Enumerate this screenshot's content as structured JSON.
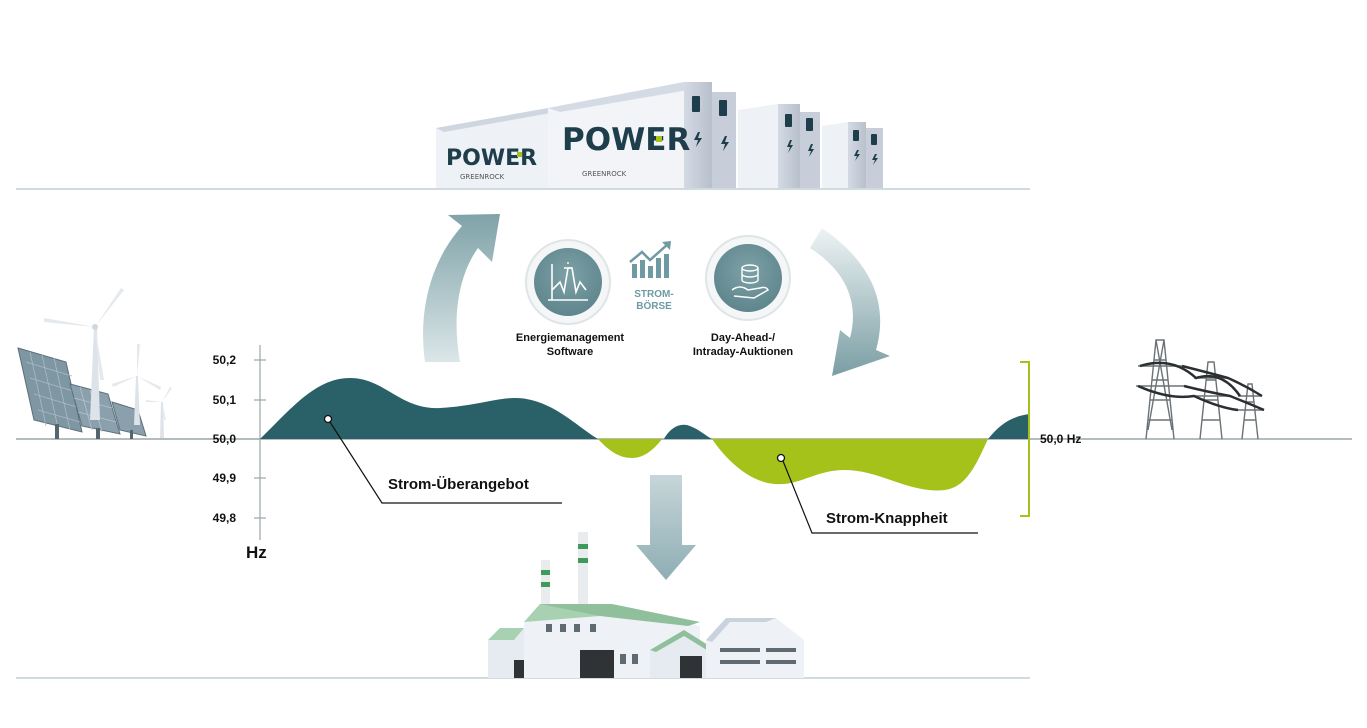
{
  "battery": {
    "brand_main": "POWER",
    "brand_sub": "GREENROCK"
  },
  "software": {
    "label_line1": "Energiemanagement",
    "label_line2": "Software"
  },
  "exchange": {
    "label_line1": "STROM-",
    "label_line2": "BÖRSE"
  },
  "auctions": {
    "label_line1": "Day-Ahead-/",
    "label_line2": "Intraday-Auktionen"
  },
  "axis": {
    "unit": "Hz",
    "ticks": [
      "50,2",
      "50,1",
      "50,0",
      "49,9",
      "49,8"
    ],
    "reference": "50,0 Hz"
  },
  "annotations": {
    "surplus": "Strom-Überangebot",
    "shortage": "Strom-Knappheit"
  },
  "colors": {
    "surplus": "#2a6068",
    "shortage": "#a4c21a",
    "arrow": "#8fb0b6",
    "ground": "#bfcfd3",
    "building": "#e6eaf1"
  }
}
